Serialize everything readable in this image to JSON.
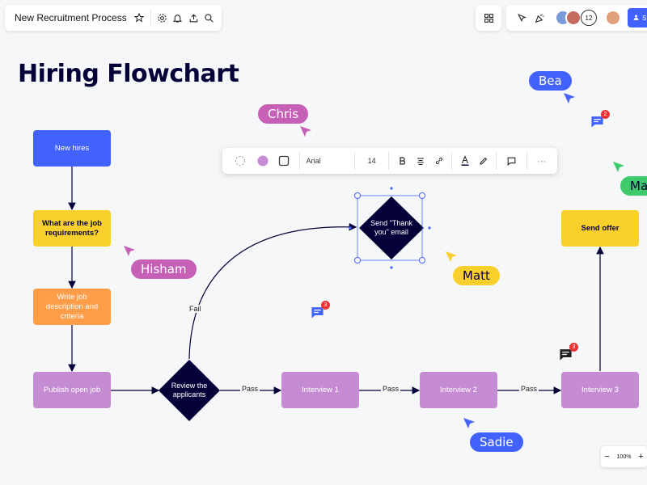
{
  "topbar": {
    "board_name": "New Recruitment Process",
    "share_label": "S",
    "collaborator_count": "12"
  },
  "canvas": {
    "title": "Hiring Flowchart"
  },
  "nodes": {
    "new_hires": "New hires",
    "job_requirements": "What are the job requirements?",
    "write_job": "Write job description and criteria",
    "publish_job": "Publish open job",
    "review": "Review the applicants",
    "send_thank_you": "Send \"Thank you\" email",
    "interview1": "Interview 1",
    "interview2": "Interview 2",
    "interview3": "Interview 3",
    "send_offer": "Send offer"
  },
  "edges": {
    "fail": "Fail",
    "pass1": "Pass",
    "pass2": "Pass",
    "pass3": "Pass"
  },
  "cursors": {
    "chris": "Chris",
    "bea": "Bea",
    "hisham": "Hisham",
    "matt": "Matt",
    "sadie": "Sadie",
    "mad": "Mad"
  },
  "comments": {
    "top_right_count": "2",
    "middle_count": "3",
    "interview_count": "3"
  },
  "format_toolbar": {
    "font": "Arial",
    "size": "14"
  },
  "zoom": {
    "level": "100%",
    "minus": "−",
    "plus": "+"
  },
  "colors": {
    "accent": "#4262ff",
    "node_blue": "#4262ff",
    "node_yellow": "#fad02c",
    "node_orange": "#ff9d48",
    "node_purple": "#c58cd3",
    "node_dark": "#050038",
    "chris": "#c65fb6",
    "bea": "#4262ff",
    "hisham": "#c65fb6",
    "matt": "#fad02c",
    "sadie": "#4262ff",
    "mad": "#3ec96b"
  }
}
